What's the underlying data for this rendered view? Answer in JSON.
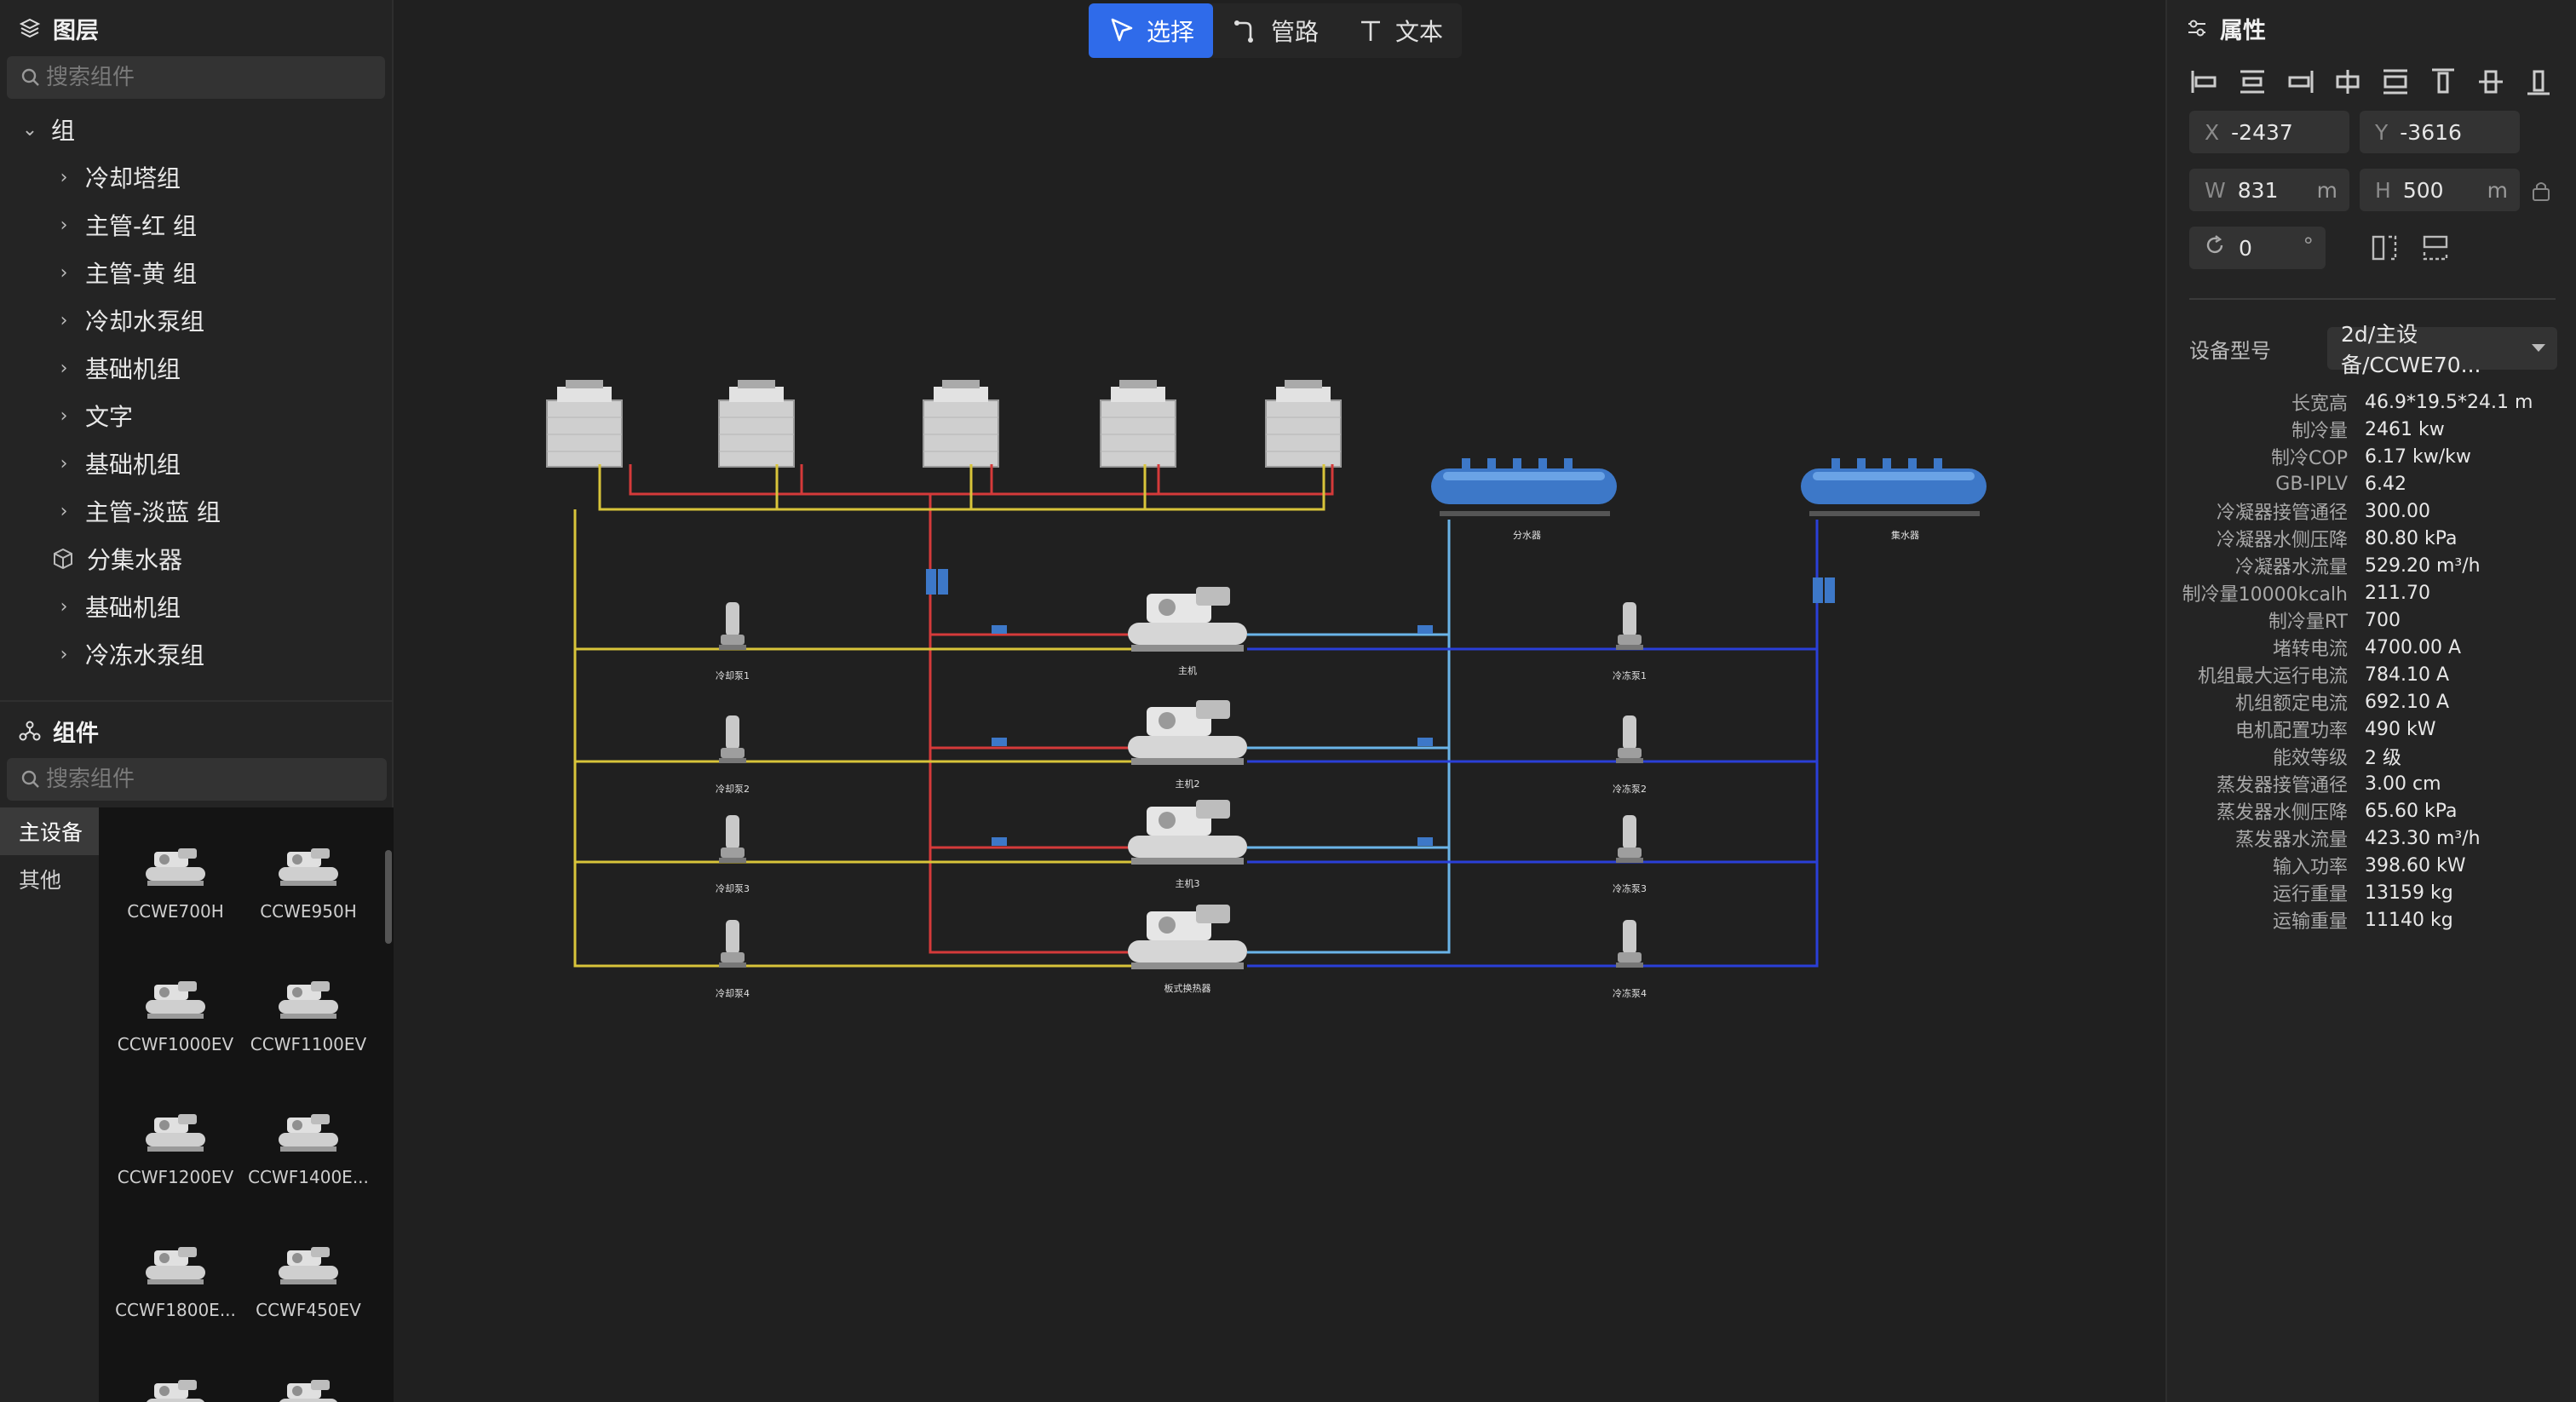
{
  "layers": {
    "title": "图层",
    "search_placeholder": "搜索组件",
    "root_label": "组",
    "items": [
      {
        "label": "冷却塔组",
        "type": "group"
      },
      {
        "label": "主管-红 组",
        "type": "group"
      },
      {
        "label": "主管-黄 组",
        "type": "group"
      },
      {
        "label": "冷却水泵组",
        "type": "group"
      },
      {
        "label": "基础机组",
        "type": "group"
      },
      {
        "label": "文字",
        "type": "group"
      },
      {
        "label": "基础机组",
        "type": "group"
      },
      {
        "label": "主管-淡蓝 组",
        "type": "group"
      },
      {
        "label": "分集水器",
        "type": "object"
      },
      {
        "label": "基础机组",
        "type": "group"
      },
      {
        "label": "冷冻水泵组",
        "type": "group"
      }
    ]
  },
  "components": {
    "title": "组件",
    "search_placeholder": "搜索组件",
    "categories": [
      "主设备",
      "其他"
    ],
    "active_category": "主设备",
    "items": [
      "CCWE700H",
      "CCWE950H",
      "CCWF1000EV",
      "CCWF1100EV",
      "CCWF1200EV",
      "CCWF1400E...",
      "CCWF1800E...",
      "CCWF450EV"
    ]
  },
  "toolbar": {
    "tools": [
      {
        "label": "选择",
        "icon": "cursor-icon",
        "active": true
      },
      {
        "label": "管路",
        "icon": "pipe-icon",
        "active": false
      },
      {
        "label": "文本",
        "icon": "text-icon",
        "active": false
      }
    ]
  },
  "diagram": {
    "towers": 5,
    "pipe_colors": {
      "red": "#d53a3a",
      "yellow": "#d8c43a",
      "light_blue": "#6ab4e8",
      "dark_blue": "#2a3fd8"
    },
    "labels": {
      "supply_header": "分水器",
      "return_header": "集水器",
      "cooling_pumps": [
        "冷却泵1",
        "冷却泵2",
        "冷却泵3",
        "冷却泵4"
      ],
      "chillers": [
        "主机",
        "主机2",
        "主机3",
        "板式换热器"
      ],
      "chilled_pumps": [
        "冷冻泵1",
        "冷冻泵2",
        "冷冻泵3",
        "冷冻泵4"
      ]
    }
  },
  "properties": {
    "title": "属性",
    "x_label": "X",
    "x": "-2437",
    "y_label": "Y",
    "y": "-3616",
    "w_label": "W",
    "w": "831",
    "w_unit": "m",
    "h_label": "H",
    "h": "500",
    "h_unit": "m",
    "rotation": "0",
    "rotation_unit": "°",
    "model_label": "设备型号",
    "model_value": "2d/主设备/CCWE70...",
    "specs": [
      {
        "k": "长宽高",
        "v": "46.9*19.5*24.1 m"
      },
      {
        "k": "制冷量",
        "v": "2461  kw"
      },
      {
        "k": "制冷COP",
        "v": "6.17  kw/kw"
      },
      {
        "k": "GB-IPLV",
        "v": "6.42"
      },
      {
        "k": "冷凝器接管通径",
        "v": "300.00"
      },
      {
        "k": "冷凝器水侧压降",
        "v": "80.80 kPa"
      },
      {
        "k": "冷凝器水流量",
        "v": "529.20 m³/h"
      },
      {
        "k": "制冷量10000kcalh",
        "v": "211.70"
      },
      {
        "k": "制冷量RT",
        "v": "700"
      },
      {
        "k": "堵转电流",
        "v": "4700.00 A"
      },
      {
        "k": "机组最大运行电流",
        "v": "784.10 A"
      },
      {
        "k": "机组额定电流",
        "v": "692.10 A"
      },
      {
        "k": "电机配置功率",
        "v": "490 kW"
      },
      {
        "k": "能效等级",
        "v": "2 级"
      },
      {
        "k": "蒸发器接管通径",
        "v": "3.00 cm"
      },
      {
        "k": "蒸发器水侧压降",
        "v": "65.60 kPa"
      },
      {
        "k": "蒸发器水流量",
        "v": "423.30 m³/h"
      },
      {
        "k": "输入功率",
        "v": "398.60 kW"
      },
      {
        "k": "运行重量",
        "v": "13159 kg"
      },
      {
        "k": "运输重量",
        "v": "11140 kg"
      }
    ]
  }
}
